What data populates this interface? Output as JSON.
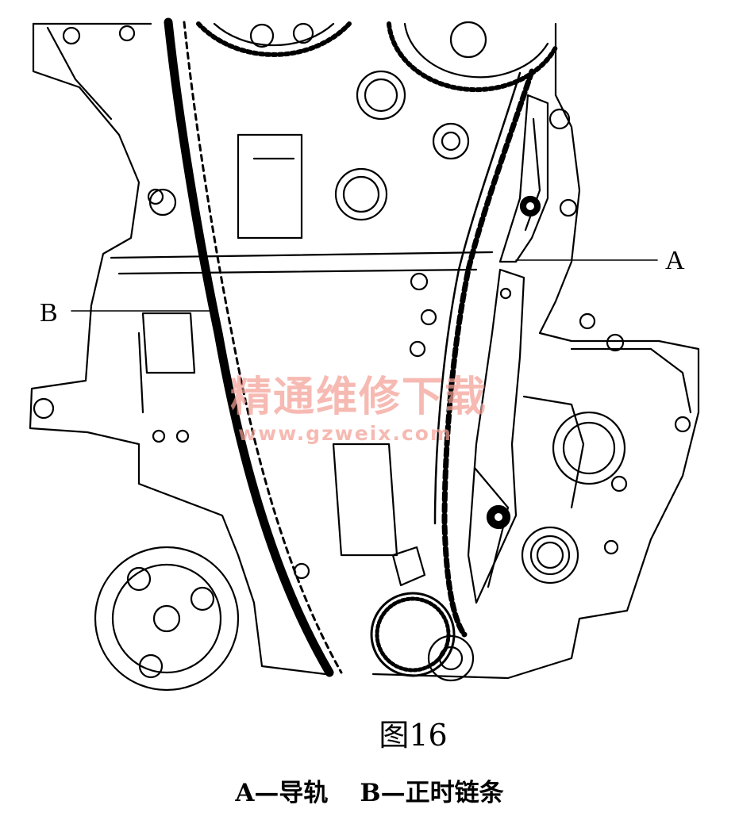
{
  "diagram": {
    "callouts": {
      "a": "A",
      "b": "B"
    },
    "watermark": {
      "text_cn": "精通维修下载",
      "url": "www.gzweix.com",
      "color": "#f2a096"
    },
    "caption": {
      "figure": "图16",
      "legend_a": "A—导轨",
      "legend_b": "B—正时链条"
    }
  }
}
